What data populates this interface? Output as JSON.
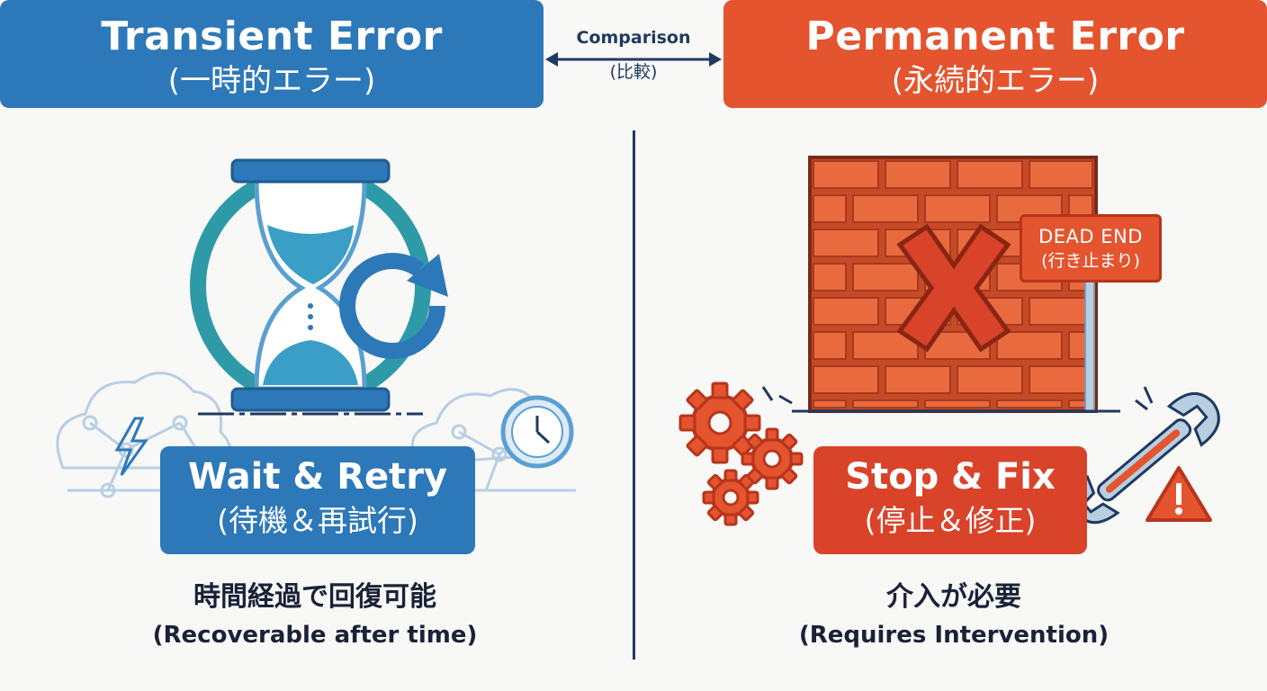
{
  "left_header": {
    "title": "Transient Error",
    "subtitle": "(一時的エラー)"
  },
  "right_header": {
    "title": "Permanent Error",
    "subtitle": "(永続的エラー)"
  },
  "comparison": {
    "label": "Comparison",
    "label_ja": "(比較)"
  },
  "left_action": {
    "label": "Wait & Retry",
    "label_ja": "(待機＆再試行)"
  },
  "right_action": {
    "label": "Stop & Fix",
    "label_ja": "(停止＆修正)"
  },
  "left_caption": {
    "ja": "時間経過で回復可能",
    "en": "(Recoverable after time)"
  },
  "right_caption": {
    "ja": "介入が必要",
    "en": "(Requires Intervention)"
  },
  "dead_end_sign": {
    "label": "DEAD END",
    "label_ja": "(行き止まり)"
  },
  "colors": {
    "transient": "#2d78b8",
    "permanent": "#e4542e",
    "teal": "#2e9aa8",
    "brick": "#e86a3e",
    "navy": "#1f3a5f"
  },
  "icons": [
    "hourglass-icon",
    "retry-arrow-icon",
    "cloud-network-icon",
    "lightning-icon",
    "clock-icon",
    "brick-wall-icon",
    "x-mark-icon",
    "gear-icon",
    "wrench-icon",
    "warning-icon"
  ]
}
